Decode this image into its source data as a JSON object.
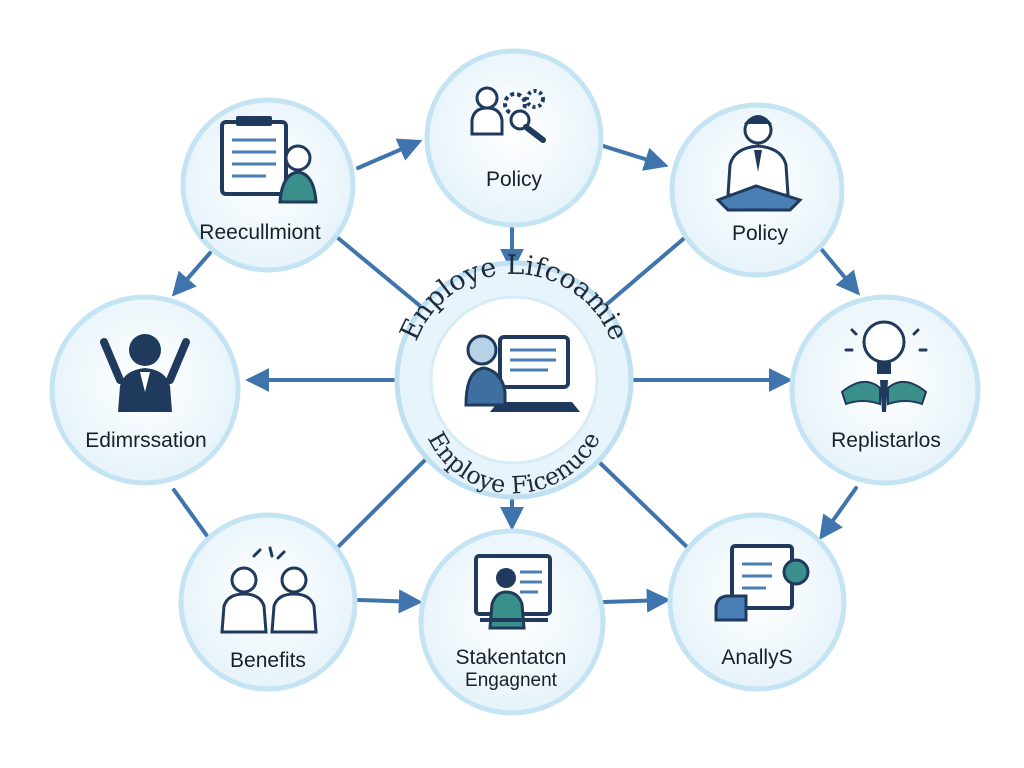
{
  "center": {
    "top_text": "Enploye Lifcoamie",
    "bottom_text": "Enploye Ficenuce",
    "icon": "person-at-laptop-icon"
  },
  "nodes": [
    {
      "id": "recruitment",
      "label": "Reecullmiont",
      "label2": "",
      "icon": "clipboard-person-icon"
    },
    {
      "id": "policy-top",
      "label": "Policy",
      "label2": "",
      "icon": "person-gears-icon"
    },
    {
      "id": "policy-right",
      "label": "Policy",
      "label2": "",
      "icon": "person-reading-icon"
    },
    {
      "id": "edmission",
      "label": "Edimrssation",
      "label2": "",
      "icon": "celebrating-person-icon"
    },
    {
      "id": "replistarlos",
      "label": "Replistarlos",
      "label2": "",
      "icon": "lightbulb-idea-icon"
    },
    {
      "id": "benefits",
      "label": "Benefits",
      "label2": "",
      "icon": "two-people-icon"
    },
    {
      "id": "stakentaton",
      "label": "Stakentatcn",
      "label2": "Engagnent",
      "icon": "presenter-screen-icon"
    },
    {
      "id": "analys",
      "label": "AnallyS",
      "label2": "",
      "icon": "document-chart-icon"
    }
  ],
  "colors": {
    "node_fill": "#eaf5fb",
    "node_ring": "#c4e3f3",
    "arrow": "#3f74ad",
    "icon_dark": "#1f3a5c",
    "icon_mid": "#4a7fb5",
    "icon_teal": "#3a8f8a"
  }
}
